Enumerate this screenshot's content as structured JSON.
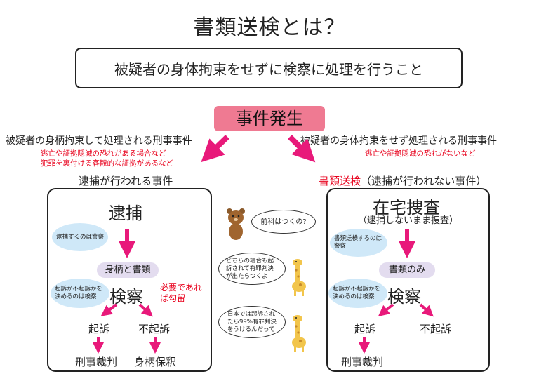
{
  "title": "書類送検とは？",
  "definition": "被疑者の身体拘束をせずに検察に処理を行うこと",
  "incident": "事件発生",
  "left": {
    "heading": "被疑者の身柄拘束して処理される刑事事件",
    "note_line1": "逃亡や証拠隠滅の恐れがある場合など",
    "note_line2": "犯罪を裏付ける客観的な証拠があるなど",
    "caption": "逮捕が行われる事件",
    "arrest": "逮捕",
    "arrest_bubble": "逮捕するのは警察",
    "pill": "身柄と書類",
    "prosecution": "検察",
    "prosecution_bubble": "起訴か不起訴かを決めるのは検察",
    "detention_note": "必要であれば勾留",
    "indict": "起訴",
    "not_indict": "不起訴",
    "trial": "刑事裁判",
    "release": "身柄保釈"
  },
  "right": {
    "heading": "被疑者の身体拘束をせず処理される刑事事件",
    "note": "逃亡や証拠隠滅の恐れがないなど",
    "caption_red": "書類送検",
    "caption_rest": "（逮捕が行われない事件）",
    "home_investigation": "在宅捜査",
    "home_sub": "（逮捕しないまま捜査）",
    "send_bubble": "書類送検するのは警察",
    "pill": "書類のみ",
    "prosecution": "検察",
    "prosecution_bubble": "起訴か不起訴かを決めるのは検察",
    "indict": "起訴",
    "not_indict": "不起訴",
    "trial": "刑事裁判"
  },
  "middle": {
    "speech1": "前科はつくの?",
    "speech2": "どちらの場合も起訴されて有罪判決が出たらつくよ",
    "speech3": "日本では起訴されたら99%有罪判決をうけるんだって"
  },
  "colors": {
    "accent_pink": "#e8197a",
    "incident_bg": "#ef7a92",
    "note_red": "#e8001c",
    "bubble_blue": "#cfe8f8",
    "pill_lavender": "#e3dcef"
  }
}
